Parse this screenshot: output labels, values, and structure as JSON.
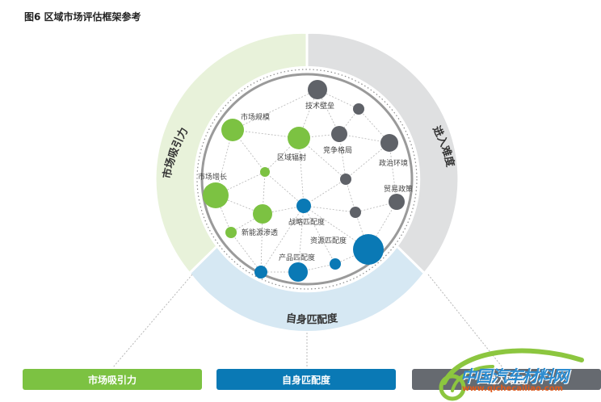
{
  "title": "图6 区域市场评估框架参考",
  "ring_labels": {
    "market": "市场吸引力",
    "entry": "进入难度",
    "self": "自身匹配度"
  },
  "buttons": {
    "market": "市场吸引力",
    "self": "自身匹配度",
    "entry": "进入难度"
  },
  "node_labels": {
    "tech": "技术壁垒",
    "scale": "市场规模",
    "radiation": "区域辐射",
    "competition": "竞争格局",
    "policy": "政治环境",
    "growth": "市场增长",
    "trade": "贸易政策",
    "strategy": "战略匹配度",
    "nev": "新能源渗透",
    "resource": "资源匹配度",
    "product": "产品匹配度"
  },
  "colors": {
    "green": "#7cc242",
    "blue": "#0a79b5",
    "gray": "#5f6268"
  },
  "watermark": {
    "brand": "中国汽车材料网",
    "url": "www.qichecailiao.com"
  }
}
